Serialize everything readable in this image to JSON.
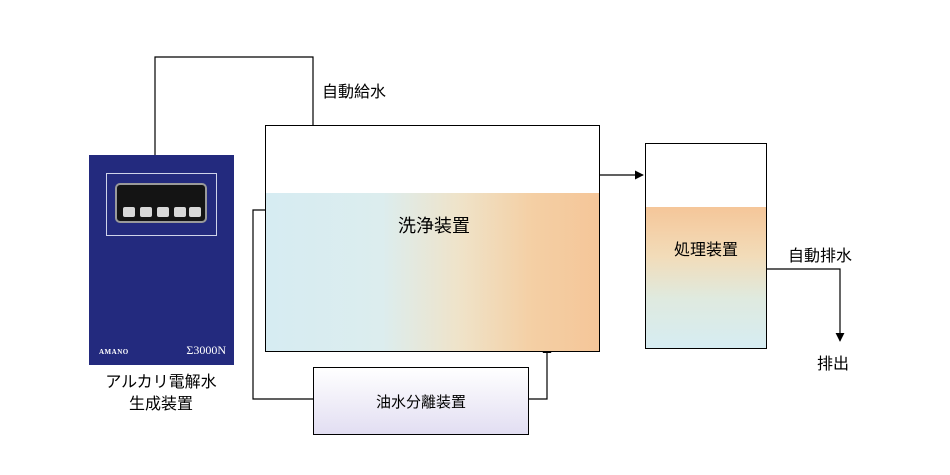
{
  "generator": {
    "brand": "AMANO",
    "model": "Σ3000N",
    "caption_line1": "アルカリ電解水",
    "caption_line2": "生成装置",
    "color": "#232a7e"
  },
  "labels": {
    "auto_supply": "自動給水",
    "wash_unit": "洗浄装置",
    "treatment_unit": "処理装置",
    "auto_drain": "自動排水",
    "discharge": "排出",
    "oil_water_separator": "油水分離装置"
  },
  "colors": {
    "water_blue": "#d6ecf2",
    "water_orange": "#f5c699",
    "separator_lavender": "#e2def2"
  }
}
